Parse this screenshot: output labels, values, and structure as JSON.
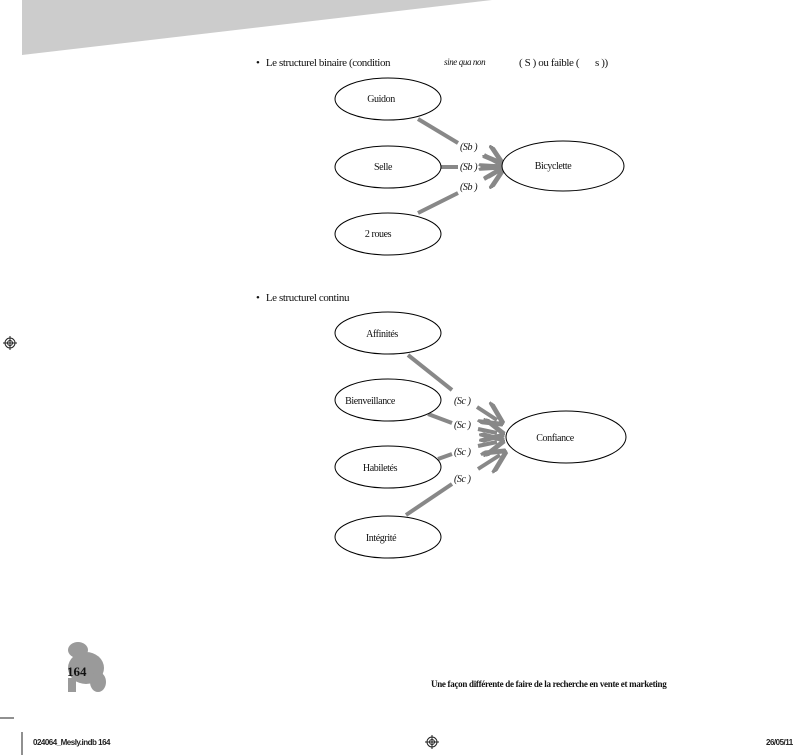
{
  "section1": {
    "bullet": "•",
    "text_a": "Le structurel binaire (condition",
    "text_italic": "sine qua non",
    "text_b": "( S ) ou faible (",
    "text_c": "s ))",
    "nodes": [
      "Guidon",
      "Selle",
      "2 roues"
    ],
    "target": "Bicyclette",
    "edge_labels": [
      "(Sb   )",
      "(Sb   )",
      "(Sb   )"
    ]
  },
  "section2": {
    "bullet": "•",
    "text": "Le structurel continu",
    "nodes": [
      "Affinités",
      "Bienveillance",
      "Habiletés",
      "Intégrité"
    ],
    "target": "Confiance",
    "edge_labels": [
      "(Sc   )",
      "(Sc   )",
      "(Sc   )",
      "(Sc   )"
    ]
  },
  "footer": {
    "page_number": "164",
    "running_title": "Une façon différente de faire de la recherche en vente et marketing",
    "file_slug": "024064_Mesly.indb   164",
    "date": "26/05/11"
  },
  "colors": {
    "banner": "#cccccc",
    "arrow": "#888888"
  }
}
